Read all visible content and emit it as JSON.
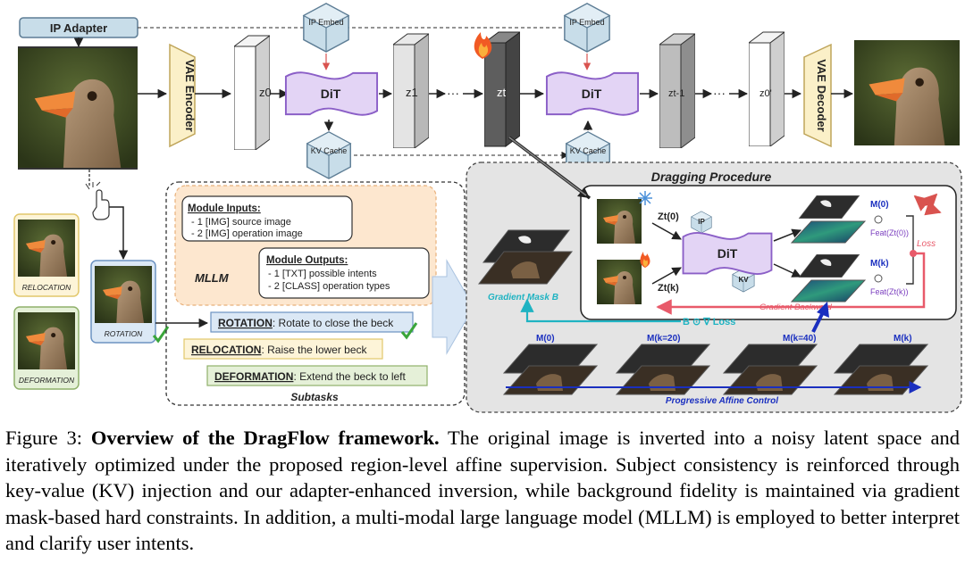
{
  "diagram": {
    "ip_adapter": "IP Adapter",
    "vae_encoder": "VAE Encoder",
    "vae_decoder": "VAE Decoder",
    "z0": "z0",
    "z1": "z1",
    "zt": "zt",
    "zt1": "zt-1",
    "z0p": "z0'",
    "dit": "DiT",
    "ip_embed": "IP Embed",
    "kv_cache": "KV Cache",
    "dots": "···",
    "dragging_procedure": "Dragging Procedure",
    "ip_small": "IP",
    "kv_small": "KV",
    "zt0_label": "Zt(0)",
    "ztk_label": "Zt(k)",
    "m0": "M(0)",
    "mk": "M(k)",
    "feat0": "Feat(Zt(0))",
    "featk": "Feat(Zt(k))",
    "loss": "Loss",
    "gradient_backward": "Gradient Backward",
    "gradient_mask": "Gradient Mask B",
    "b_loss": "B ⊙ ∇ Loss",
    "m_seq": [
      "M(0)",
      "M(k=20)",
      "M(k=40)",
      "M(k)"
    ],
    "progressive": "Progressive Affine Control",
    "relocation_tag": "RELOCATION",
    "deformation_tag": "DEFORMATION",
    "rotation_tag": "ROTATION",
    "mllm": "MLLM",
    "module_inputs_title": "Module Inputs:",
    "module_inputs": [
      "- 1 [IMG] source image",
      "- 2 [IMG] operation image"
    ],
    "module_outputs_title": "Module Outputs:",
    "module_outputs": [
      "- 1 [TXT] possible intents",
      "- 2 [CLASS] operation types"
    ],
    "subtasks": [
      {
        "name": "ROTATION",
        "desc": ": Rotate to close the beck"
      },
      {
        "name": "RELOCATION",
        "desc": ": Raise the lower beck"
      },
      {
        "name": "DEFORMATION",
        "desc": ": Extend the beck to left"
      }
    ],
    "subtasks_title": "Subtasks"
  },
  "caption": {
    "prefix": "Figure 3: ",
    "bold": "Overview of the DragFlow framework.",
    "body": " The original image is inverted into a noisy latent space and iteratively optimized under the proposed region-level affine supervision. Subject consistency is reinforced through key-value (KV) injection and our adapter-enhanced inversion, while background fidelity is maintained via gradient mask-based hard constraints. In addition, a multi-modal large language model (MLLM) is employed to better interpret and clarify user intents."
  },
  "colors": {
    "dit_fill": "#e3d4f5",
    "dit_stroke": "#8b5fc7",
    "vae_fill": "#fbf0c8",
    "cube_fill": "#c8dde9",
    "mllm_fill": "#fde7cf",
    "gray_panel": "#e4e4e4",
    "loss_red": "#e85a6a",
    "grad_cyan": "#1fb3c2",
    "blue_arrow": "#1a2fbf"
  }
}
